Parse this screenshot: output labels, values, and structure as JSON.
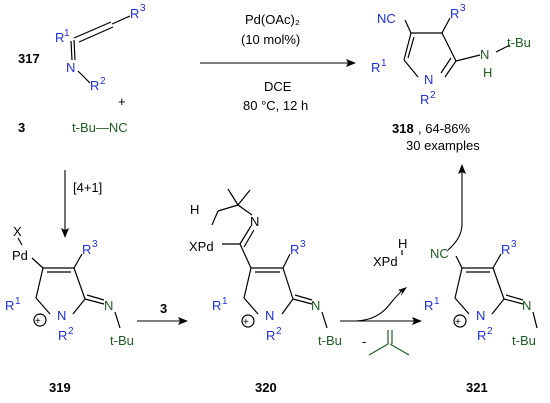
{
  "compounds": {
    "c317": "317",
    "c3_top": "3",
    "c3_arrow": "3",
    "c318": "318",
    "c319": "319",
    "c320": "320",
    "c321": "321"
  },
  "reagents": {
    "isocyanide": "t-Bu—NC",
    "plus": "+",
    "catalyst_line1": "Pd(OAc)₂",
    "catalyst_line2": "(10 mol%)",
    "solvent": "DCE",
    "conditions": "80 °C, 12 h",
    "cycloaddition": "[4+1]",
    "byproduct_minus": "-",
    "hydride": "XPd",
    "hydride_h": "H"
  },
  "product": {
    "yield": ", 64-86%",
    "examples": "30 examples"
  },
  "atoms": {
    "R1": "R",
    "R2": "R",
    "R3": "R",
    "sup1": "1",
    "sup2": "2",
    "sup3": "3",
    "N": "N",
    "NC": "NC",
    "CN_label": "NC",
    "tBu": "t-Bu",
    "H": "H",
    "Pd": "Pd",
    "X": "X",
    "XPd": "XPd",
    "plus_charge": "+"
  },
  "colors": {
    "black": "#000000",
    "blue": "#1f2fe0",
    "green": "#1e5e24"
  }
}
